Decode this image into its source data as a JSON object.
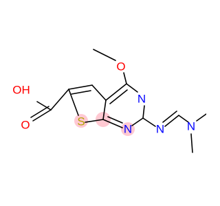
{
  "molecule": {
    "colors": {
      "bond": "#000000",
      "oxygen": "#ff0000",
      "nitrogen": "#0000ff",
      "sulfur": "#b3a300",
      "highlight": "#ffc0cb"
    },
    "atom_labels": {
      "O_acid_OH": "OH",
      "O_acid_carbonyl": "O",
      "S_ring": "S",
      "O_methoxy": "O",
      "N_ring_3": "N",
      "N_ring_1": "N",
      "N_imine": "N",
      "N_amine": "N"
    }
  }
}
